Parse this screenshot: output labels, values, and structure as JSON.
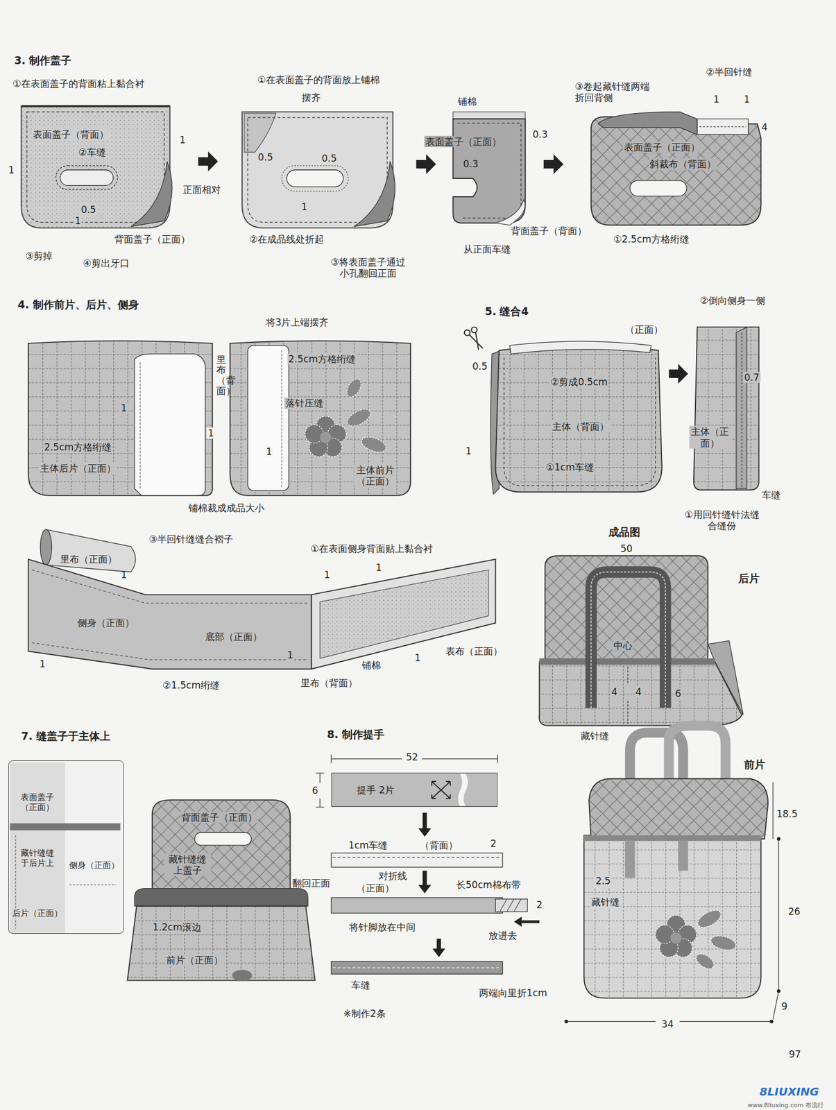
{
  "diagram": {
    "nodes": [
      {
        "text": [
          "表面盖子（正面）",
          "藏针缝缝于后片上",
          "侧身（正面）",
          "后片（正面）"
        ]
      },
      {
        "text": [
          "提手 2片"
        ]
      }
    ],
    "labels": [
      "3. 制作盖子",
      "①在表面盖子的背面粘上黏合衬",
      "表面盖子（背面）",
      "②车缝",
      "1",
      "1",
      "0.5",
      "1",
      "正面相对",
      "③剪掉",
      "④剪出牙口",
      "背面盖子（正面）",
      "①在表面盖子的背面放上铺棉",
      "摆齐",
      "0.5",
      "0.5",
      "1",
      "②在成品线处折起",
      "③将表面盖子通过小孔翻回正面",
      "铺棉",
      "表面盖子（正面）",
      "0.3",
      "0.3",
      "背面盖子（背面）",
      "从正面车缝",
      "③卷起藏针缝两端折回背侧",
      "②半回针缝",
      "1",
      "1",
      "4",
      "表面盖子（正面）",
      "斜裁布（背面）",
      "①2.5cm方格绗缝",
      "4. 制作前片、后片、侧身",
      "里布（背面）",
      "1",
      "2.5cm方格绗缝",
      "主体后片（正面）",
      "1",
      "将3片上端摆齐",
      "2.5cm方格绗缝",
      "落针压缝",
      "1",
      "主体前片（正面）",
      "铺棉裁成成品大小",
      "③半回针缝缝合褶子",
      "里布（正面）",
      "①在表面侧身背面贴上黏合衬",
      "1",
      "1",
      "1",
      "侧身（正面）",
      "底部（正面）",
      "1",
      "1",
      "1",
      "表布（正面）",
      "铺棉",
      "②1.5cm绗缝",
      "里布（背面）",
      "5. 缝合4",
      "（正面）",
      "0.5",
      "②剪成0.5cm",
      "主体（背面）",
      "1",
      "①1cm车缝",
      "②倒向侧身一侧",
      "0.7",
      "主体（正面）",
      "车缝",
      "①用回针缝针法缝合缝份",
      "成品图",
      "50",
      "后片",
      "中心",
      "4",
      "4",
      "6",
      "藏针缝",
      "7. 缝盖子于主体上",
      "背面盖子（正面）",
      "藏针缝缝上盖子",
      "1.2cm滚边",
      "前片（正面）",
      "8. 制作提手",
      "52",
      "6",
      "1cm车缝",
      "（背面）",
      "2",
      "对折线",
      "翻回正面",
      "（正面）",
      "长50cm棉布带",
      "2",
      "将针脚放在中间",
      "放进去",
      "车缝",
      "两端向里折1cm",
      "※制作2条",
      "前片",
      "18.5",
      "2.5",
      "藏针缝",
      "26",
      "9",
      "34",
      "97",
      "8LIUXING",
      "www.8liuxing.com 布流行"
    ]
  }
}
